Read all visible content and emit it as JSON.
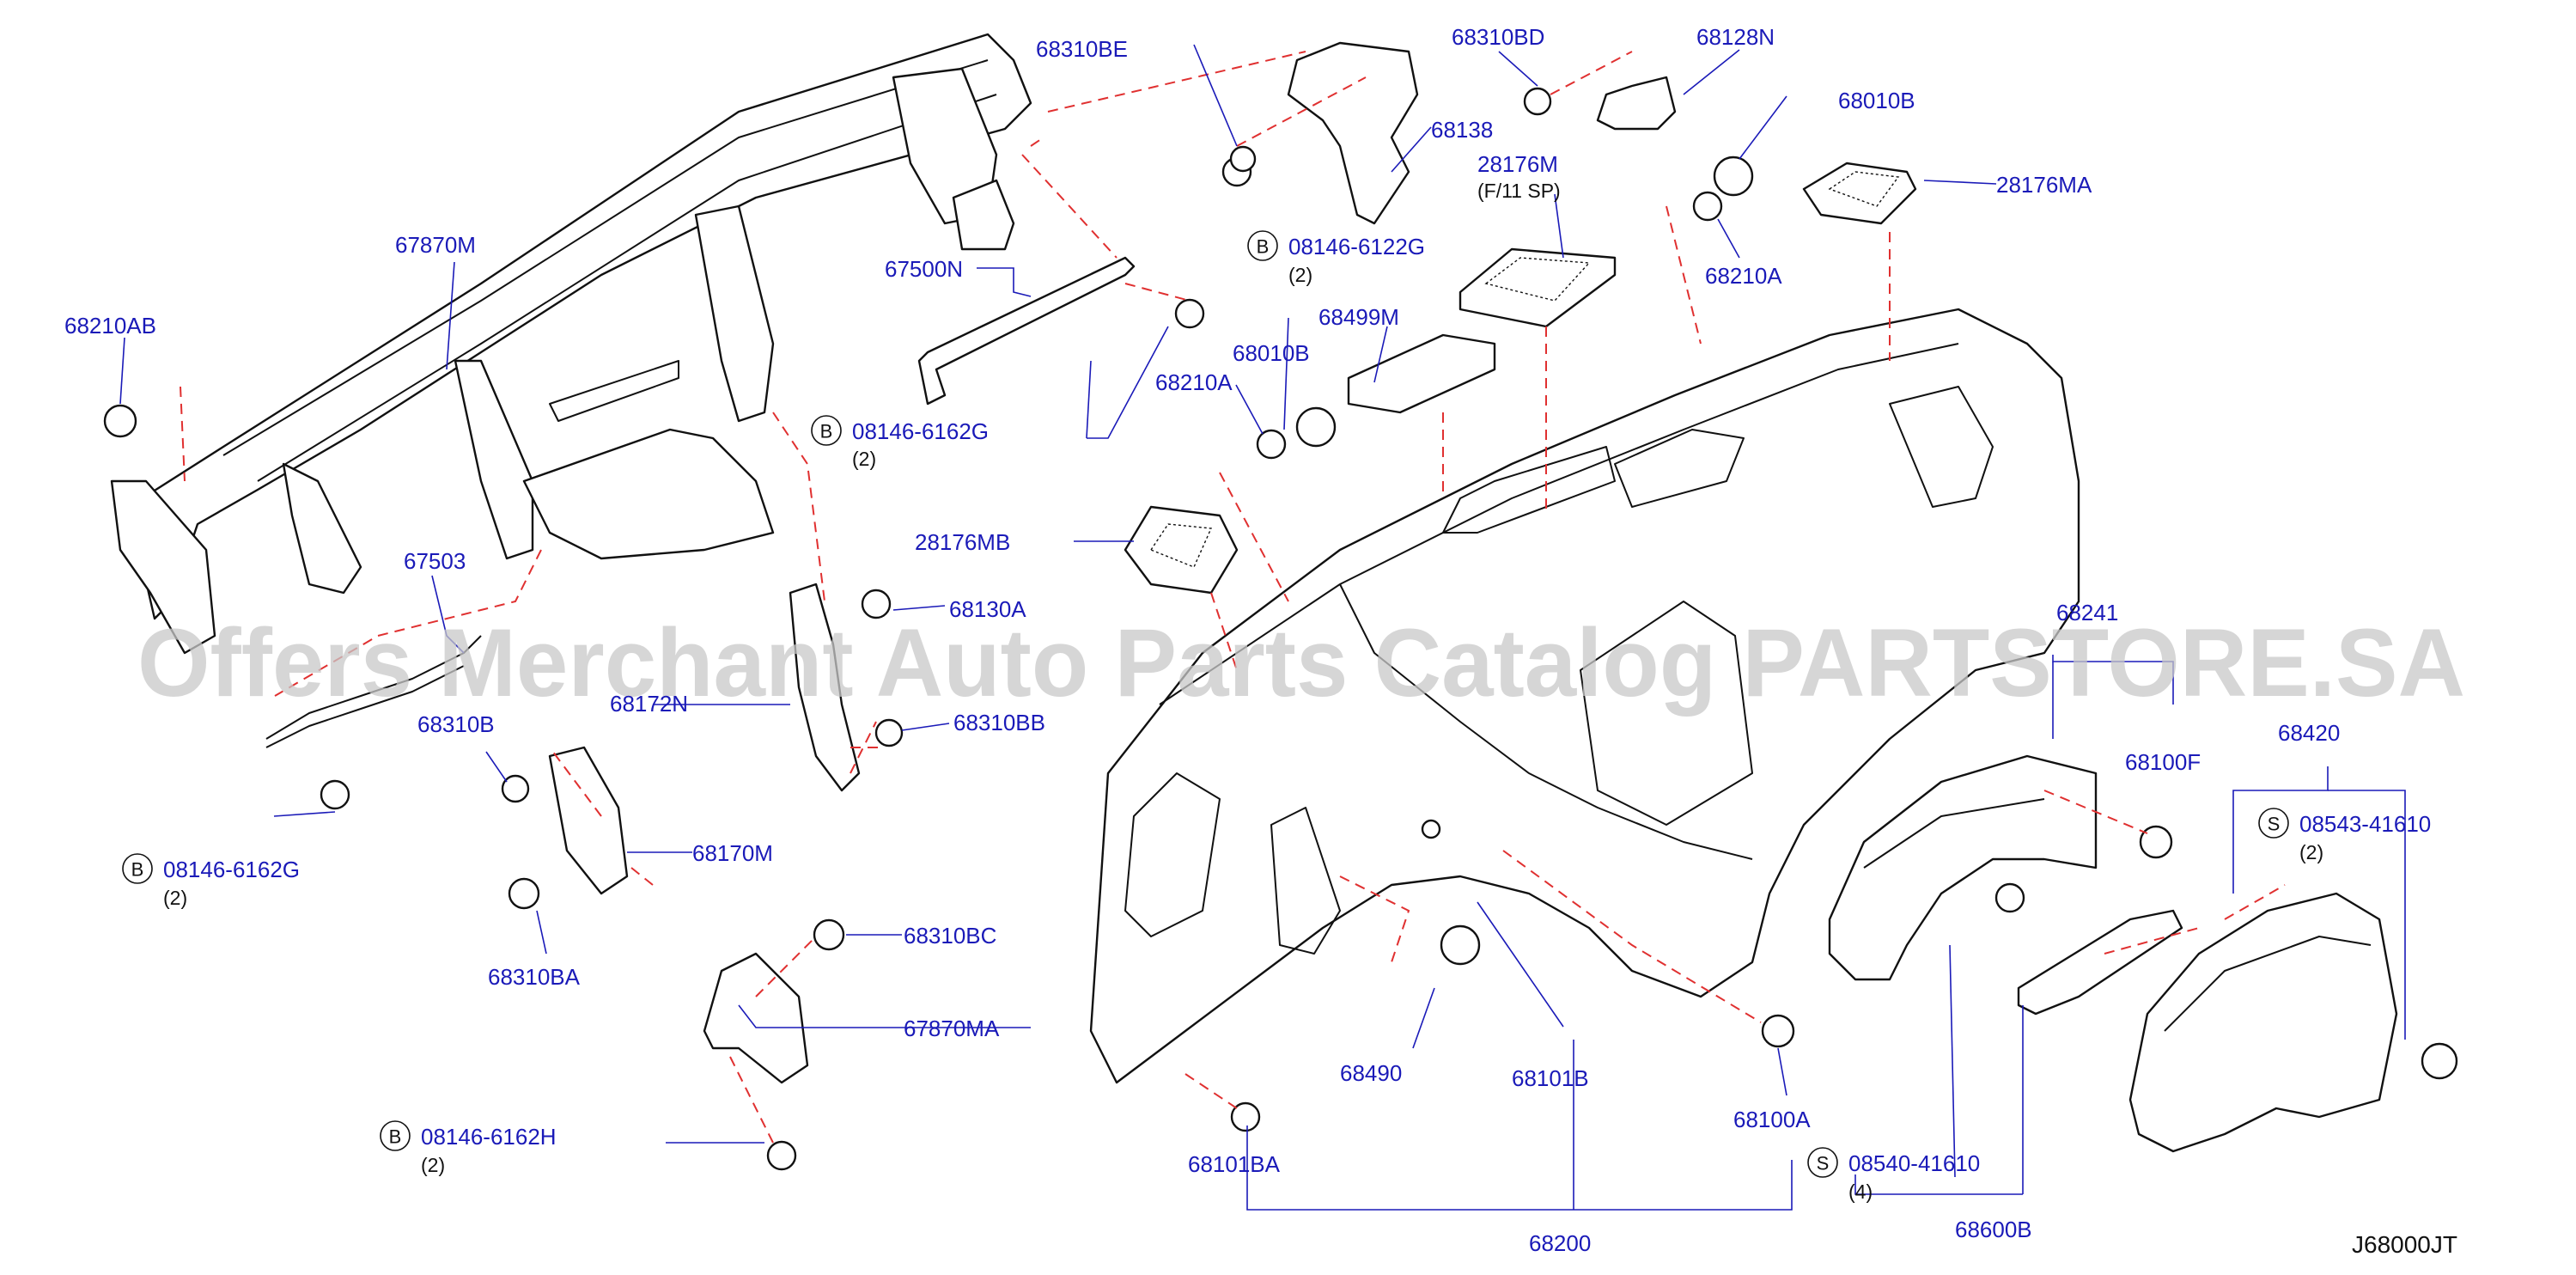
{
  "watermark": "Offers Merchant Auto Parts Catalog PARTSTORE.SA",
  "diagram_code": "J68000JT",
  "labels": [
    {
      "id": "l1",
      "text": "68310BE"
    },
    {
      "id": "l2",
      "text": "68138"
    },
    {
      "id": "l3",
      "text": "68310BD"
    },
    {
      "id": "l4",
      "text": "68128N"
    },
    {
      "id": "l5",
      "text": "68010B"
    },
    {
      "id": "l6",
      "text": "28176M"
    },
    {
      "id": "l7",
      "text": "28176MA"
    },
    {
      "id": "l8",
      "text": "67870M"
    },
    {
      "id": "l9",
      "text": "68210AB"
    },
    {
      "id": "l10",
      "text": "67500N"
    },
    {
      "id": "l11",
      "text": "68210A"
    },
    {
      "id": "l12",
      "text": "68499M"
    },
    {
      "id": "l13",
      "text": "68010B"
    },
    {
      "id": "l14",
      "text": "68210A"
    },
    {
      "id": "l15",
      "text": "28176MB"
    },
    {
      "id": "l16",
      "text": "67503"
    },
    {
      "id": "l17",
      "text": "68130A"
    },
    {
      "id": "l18",
      "text": "68172N"
    },
    {
      "id": "l19",
      "text": "68310BB"
    },
    {
      "id": "l20",
      "text": "68310B"
    },
    {
      "id": "l21",
      "text": "68170M"
    },
    {
      "id": "l22",
      "text": "68310BA"
    },
    {
      "id": "l23",
      "text": "68310BC"
    },
    {
      "id": "l24",
      "text": "67870MA"
    },
    {
      "id": "l25",
      "text": "68241"
    },
    {
      "id": "l26",
      "text": "68100F"
    },
    {
      "id": "l27",
      "text": "68420"
    },
    {
      "id": "l28",
      "text": "68490"
    },
    {
      "id": "l29",
      "text": "68101B"
    },
    {
      "id": "l30",
      "text": "68100A"
    },
    {
      "id": "l31",
      "text": "68101BA"
    },
    {
      "id": "l32",
      "text": "68200"
    },
    {
      "id": "l33",
      "text": "68600B"
    }
  ],
  "bolts": [
    {
      "id": "b1",
      "badge": "B",
      "text": "08146-6122G",
      "qty": "(2)"
    },
    {
      "id": "b2",
      "badge": "B",
      "text": "08146-6162G",
      "qty": "(2)"
    },
    {
      "id": "b3",
      "badge": "B",
      "text": "08146-6162G",
      "qty": "(2)"
    },
    {
      "id": "b4",
      "badge": "B",
      "text": "08146-6162H",
      "qty": "(2)"
    },
    {
      "id": "b5",
      "badge": "S",
      "text": "08543-41610",
      "qty": "(2)"
    },
    {
      "id": "b6",
      "badge": "S",
      "text": "08540-41610",
      "qty": "(4)"
    }
  ],
  "note_28176m": "(F/11   SP)",
  "colors": {
    "part_number": "#1a1ab8",
    "dashed_leader": "#e03030",
    "outline": "#111111",
    "watermark": "#c8c8c8"
  }
}
